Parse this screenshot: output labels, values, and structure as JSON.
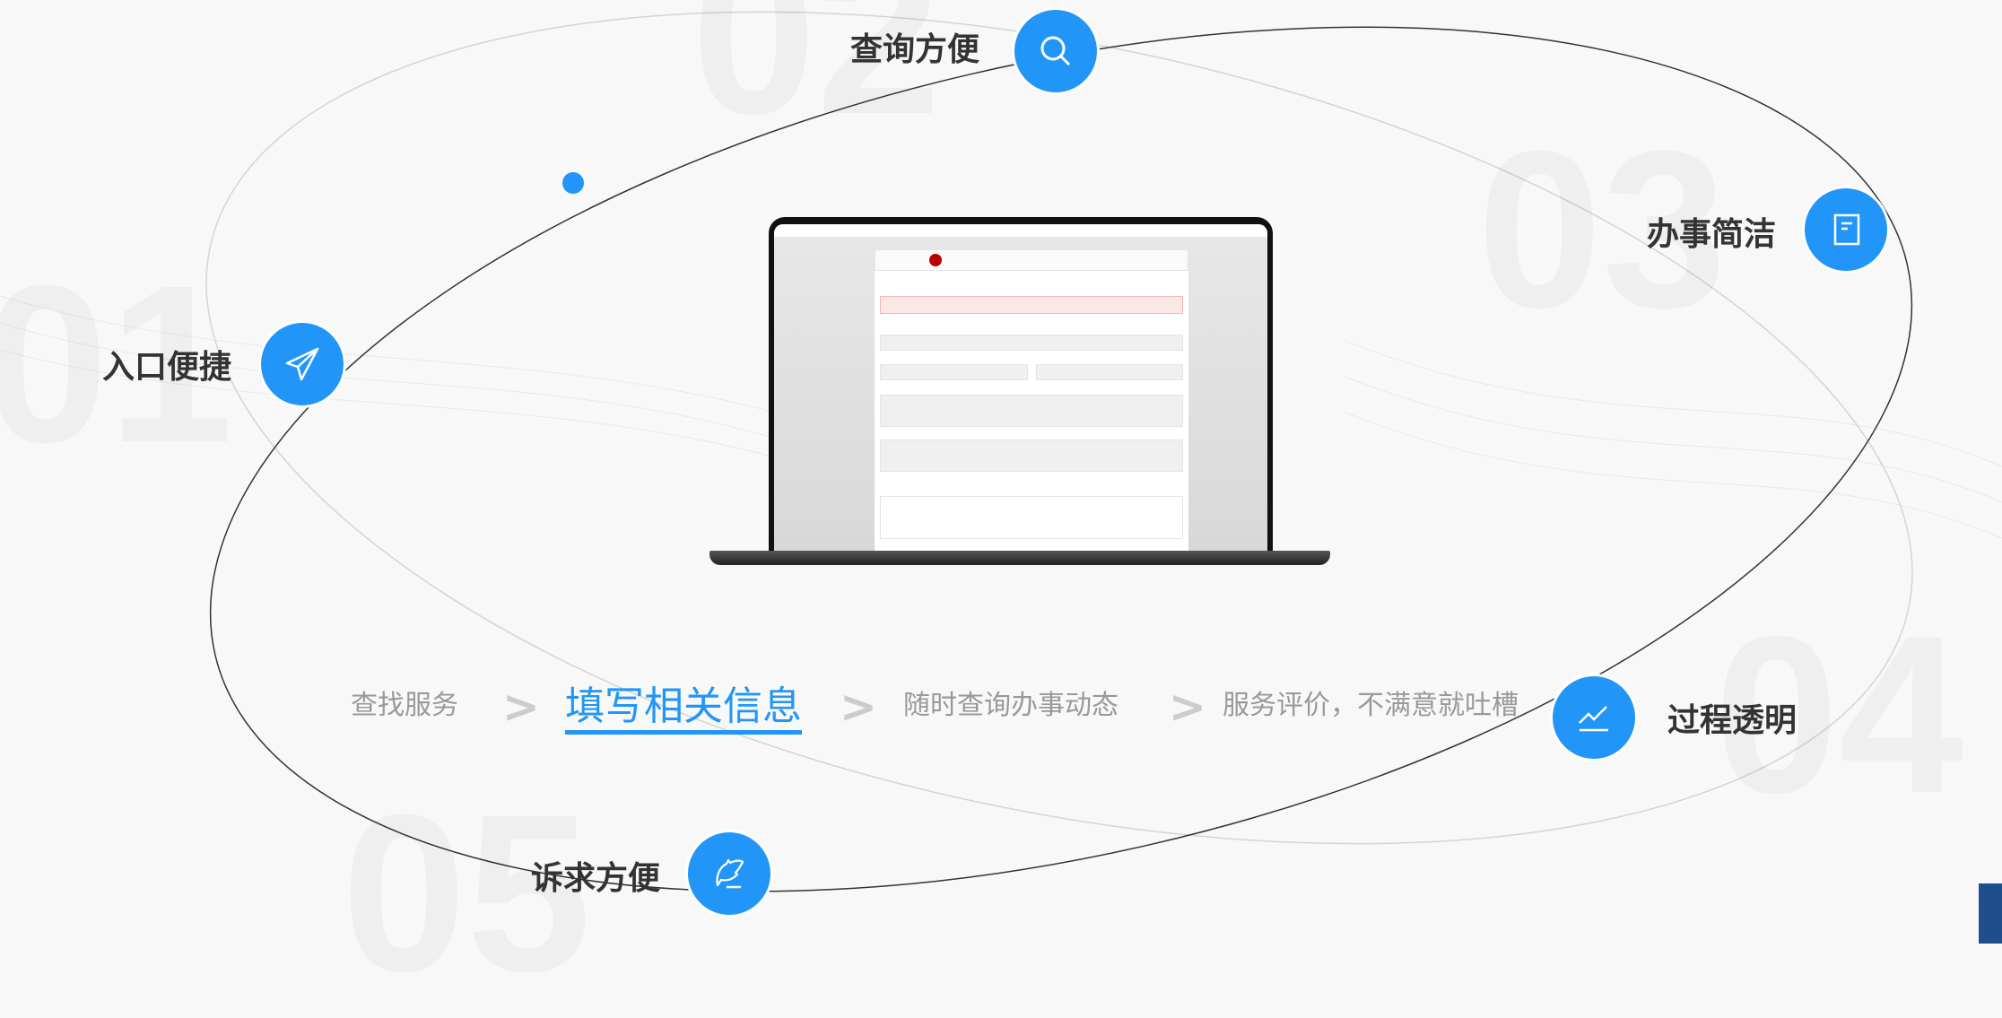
{
  "features": [
    {
      "label": "查询方便",
      "icon": "search-icon",
      "number": "02"
    },
    {
      "label": "办事简洁",
      "icon": "document-icon",
      "number": "03"
    },
    {
      "label": "入口便捷",
      "icon": "paper-plane-icon",
      "number": "01"
    },
    {
      "label": "过程透明",
      "icon": "trend-chart-icon",
      "number": "04"
    },
    {
      "label": "诉求方便",
      "icon": "feather-pen-icon",
      "number": "05"
    }
  ],
  "steps": [
    {
      "label": "查找服务"
    },
    {
      "label": "填写相关信息",
      "active": true
    },
    {
      "label": "随时查询办事动态"
    },
    {
      "label": "服务评价，不满意就吐槽"
    }
  ],
  "chevron": ">",
  "colors": {
    "accent": "#2196f8",
    "text": "#333333",
    "muted": "#999999"
  }
}
